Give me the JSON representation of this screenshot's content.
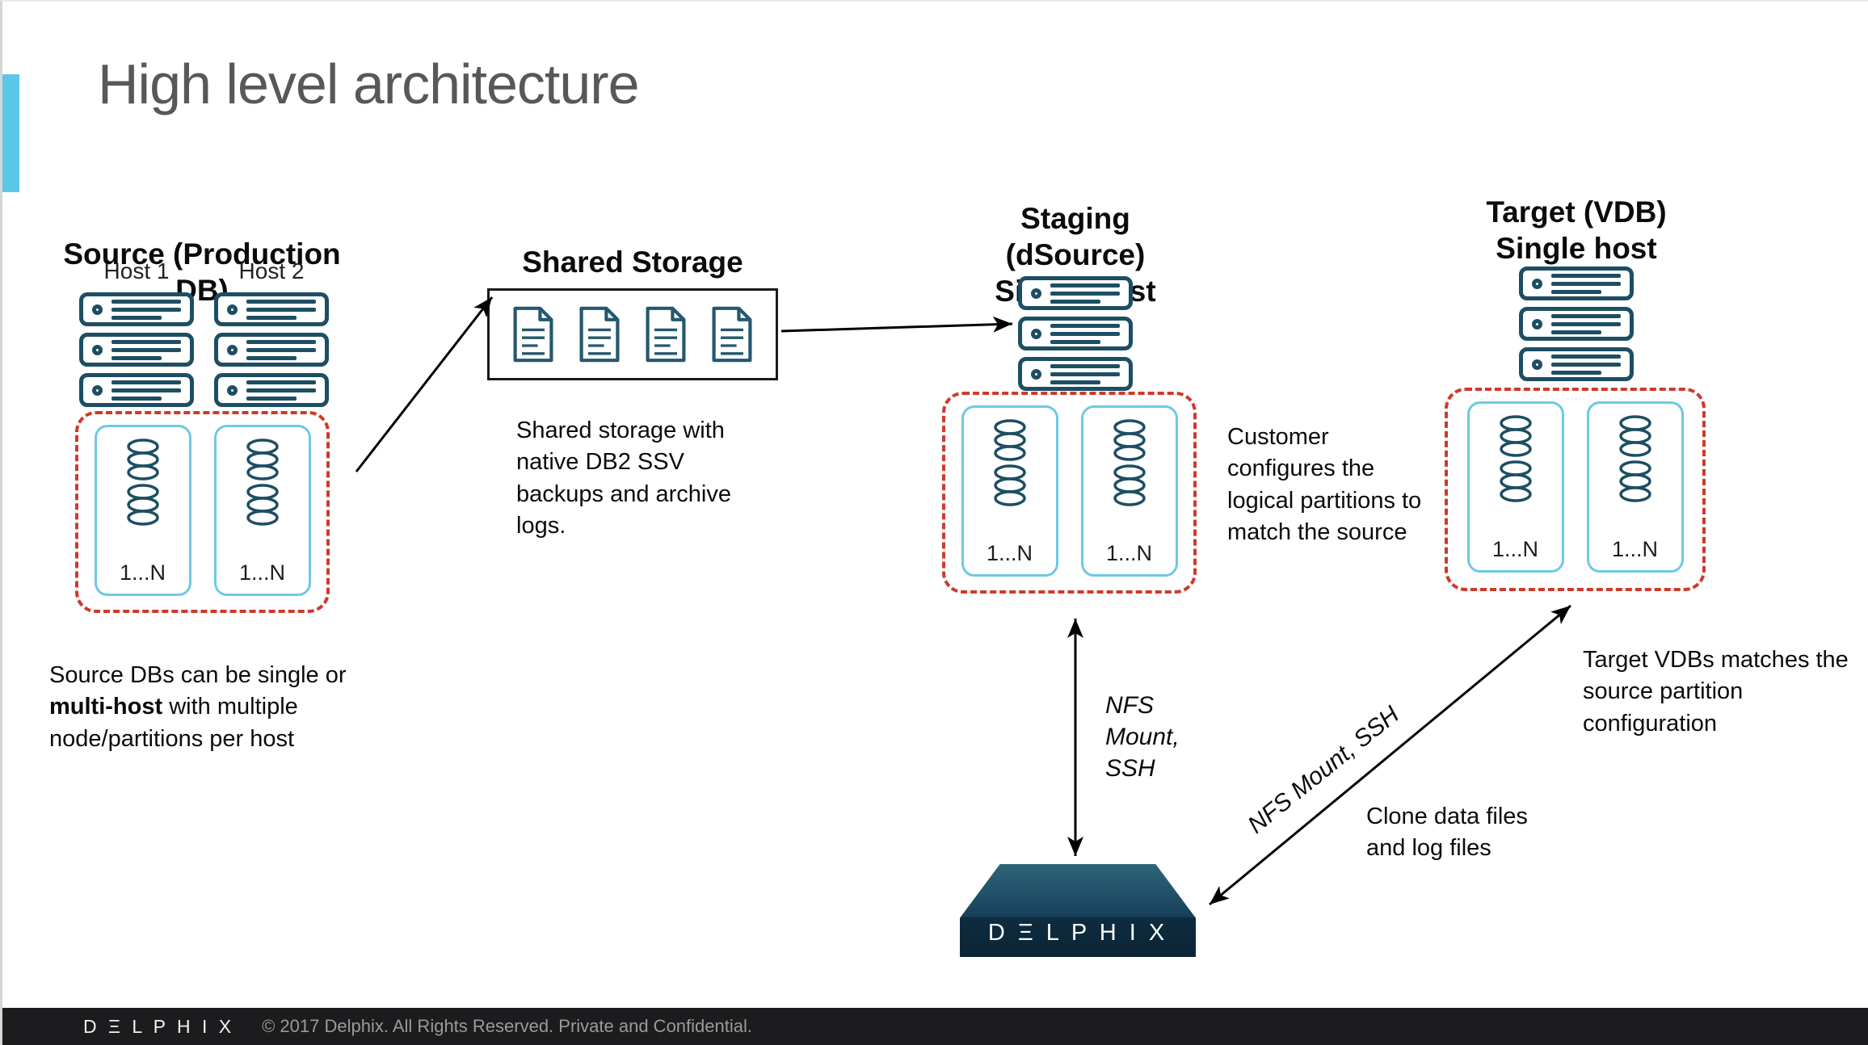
{
  "slide": {
    "title": "High level architecture"
  },
  "source": {
    "heading": "Source (Production DB)",
    "hosts": [
      "Host 1",
      "Host 2"
    ],
    "db_label": "1...N",
    "caption": {
      "part1": "Source DBs can be single or ",
      "bold": "multi-host",
      "part2": " with multiple node/partitions per host"
    }
  },
  "shared_storage": {
    "heading": "Shared Storage",
    "caption": "Shared storage with native DB2 SSV backups and archive logs."
  },
  "staging": {
    "heading_line1": "Staging (dSource)",
    "heading_line2": "Single host",
    "db_label": "1...N",
    "caption": "Customer configures the logical partitions to match the source"
  },
  "target": {
    "heading_line1": "Target (VDB)",
    "heading_line2": "Single host",
    "db_label": "1...N",
    "caption": "Target VDBs matches the source partition configuration"
  },
  "connections": {
    "staging_delphix_label": "NFS Mount, SSH",
    "delphix_target_label": "NFS Mount, SSH",
    "clone_label": "Clone data files and log files"
  },
  "appliance": {
    "wordmark": "D Ξ L P H I X"
  },
  "footer": {
    "wordmark": "D Ξ L P H I X",
    "copyright": "© 2017 Delphix. All Rights Reserved. Private and Confidential."
  },
  "colors": {
    "accent": "#5bc6e8",
    "server": "#1d4e63",
    "partition_border": "#cf3a2a",
    "node_border": "#6ec9e4",
    "appliance_dark": "#0b2435"
  }
}
